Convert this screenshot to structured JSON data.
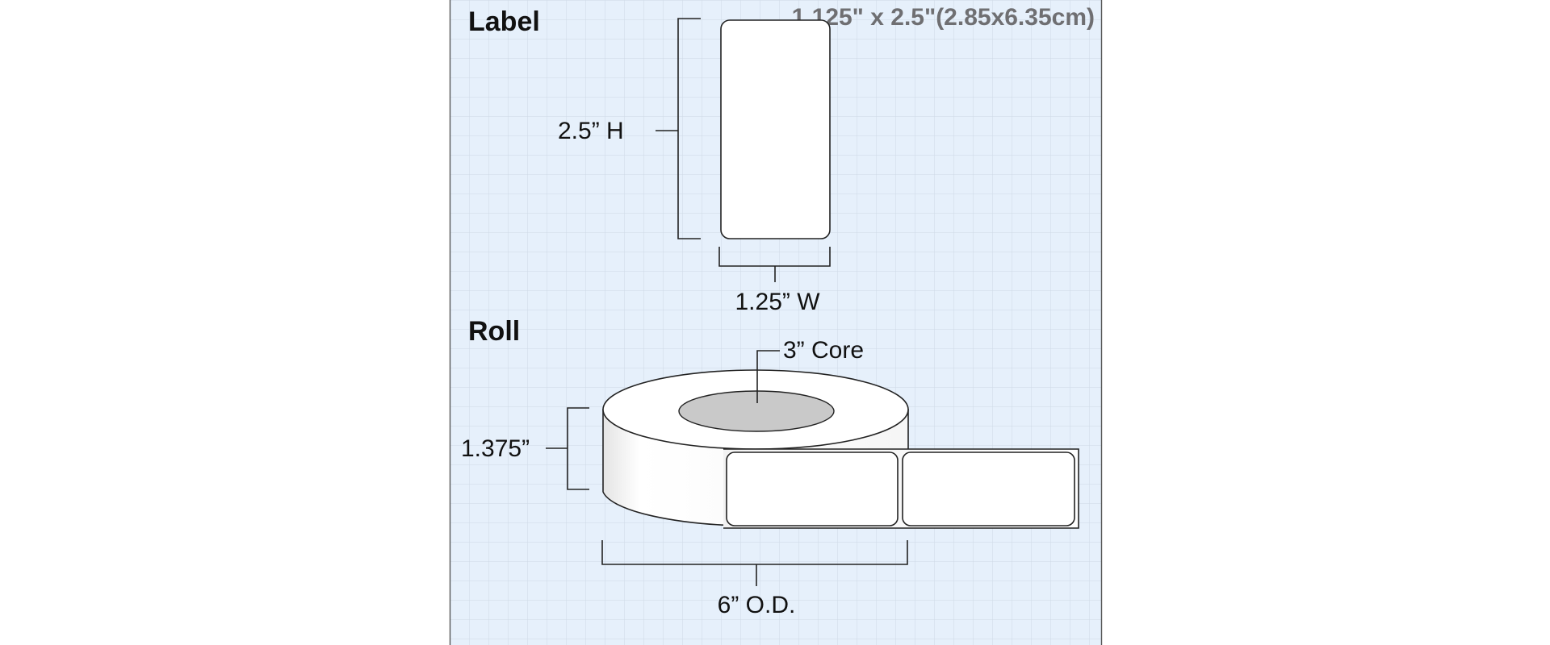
{
  "title": "1.125\" x 2.5\"(2.85x6.35cm)",
  "label_section": {
    "heading": "Label",
    "height_dim": "2.5” H",
    "width_dim": "1.25” W"
  },
  "roll_section": {
    "heading": "Roll",
    "core_dim": "3” Core",
    "width_dim": "1.375”",
    "od_dim": "6” O.D."
  },
  "colors": {
    "panel_background": "#e6f0fb",
    "grid_line": "#cdd9e6",
    "title_text": "#6f6f72",
    "core_fill": "#c9c9c9",
    "roll_fill": "#ffffff",
    "outline": "#222222"
  }
}
